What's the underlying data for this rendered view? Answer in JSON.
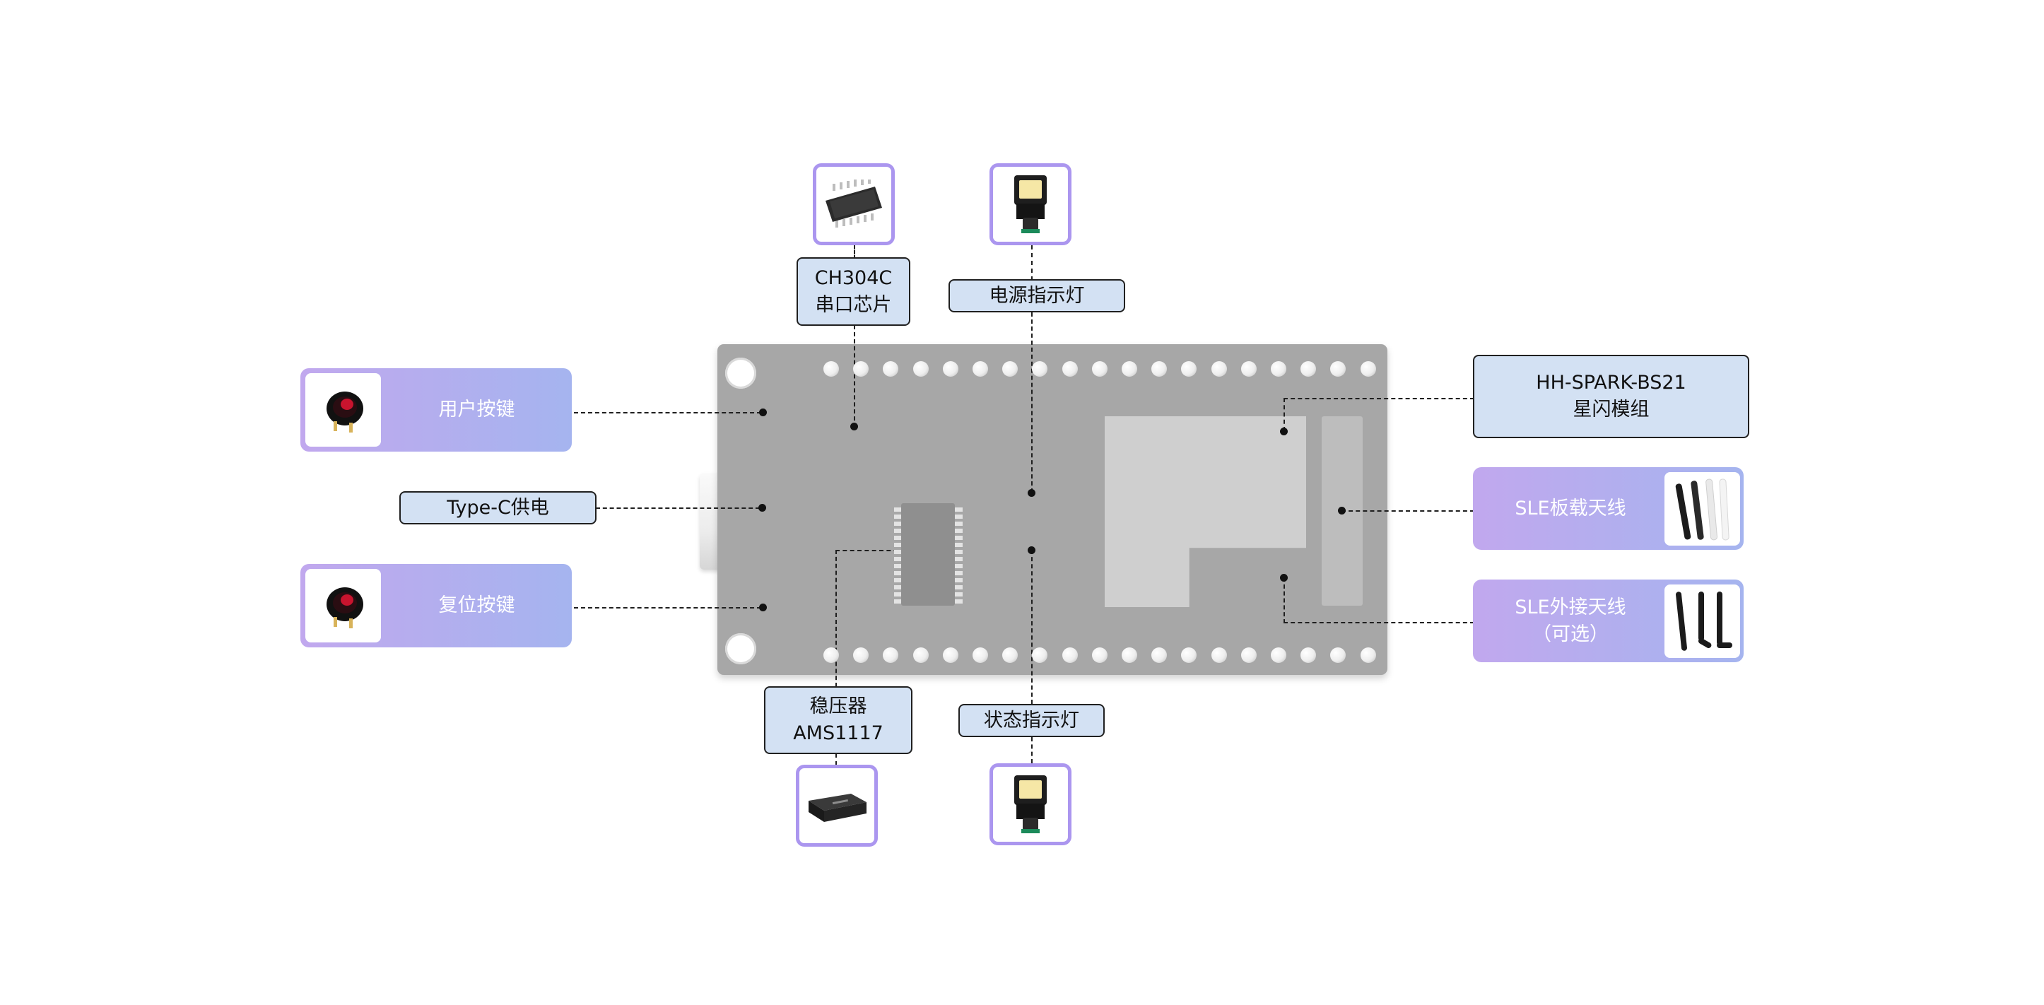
{
  "labels": {
    "ch304c": [
      "CH304C",
      "串口芯片"
    ],
    "power_led": "电源指示灯",
    "module": [
      "HH-SPARK-BS21",
      "星闪模组"
    ],
    "typec": "Type-C供电",
    "regulator": [
      "稳压器",
      "AMS1117"
    ],
    "status_led": "状态指示灯"
  },
  "cards": {
    "user_key": "用户按键",
    "reset_key": "复位按键",
    "onboard_antenna": "SLE板载天线",
    "external_antenna": [
      "SLE外接天线",
      "（可选）"
    ]
  },
  "icons": {
    "ch304c": "ic-chip-icon",
    "power_led": "led-icon",
    "status_led": "led-icon",
    "regulator": "regulator-module-icon",
    "user_key": "push-button-icon",
    "reset_key": "push-button-icon",
    "onboard_antenna": "antenna-icon",
    "external_antenna": "antenna-icon"
  },
  "colors": {
    "board": "#a7a7a7",
    "label_fill": "#d3e1f3",
    "card_gradient_start": "#c1a8ee",
    "card_gradient_end": "#a5b4ef",
    "frame_border": "#ab96ef"
  }
}
